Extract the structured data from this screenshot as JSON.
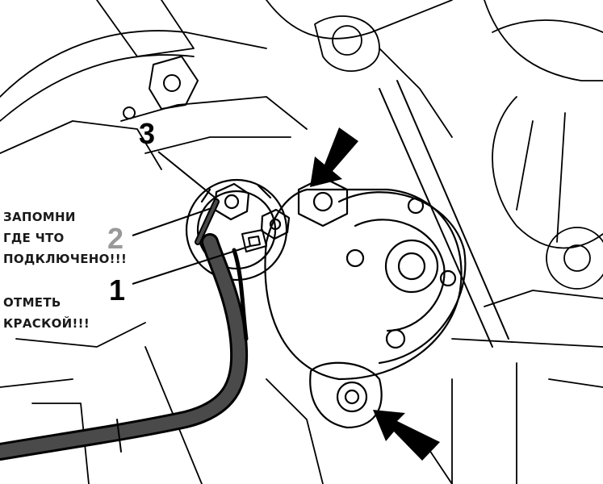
{
  "callouts": [
    "3",
    "2",
    "1"
  ],
  "notes": {
    "line1": "ЗАПОМНИ",
    "line2": "ГДЕ ЧТО",
    "line3": "ПОДКЛЮЧЕНО!!!",
    "line4": "ОТМЕТЬ",
    "line5": "КРАСКОЙ!!!"
  },
  "colors": {
    "ink": "#000000",
    "paper": "#ffffff",
    "cable": "#4a4a4a"
  }
}
